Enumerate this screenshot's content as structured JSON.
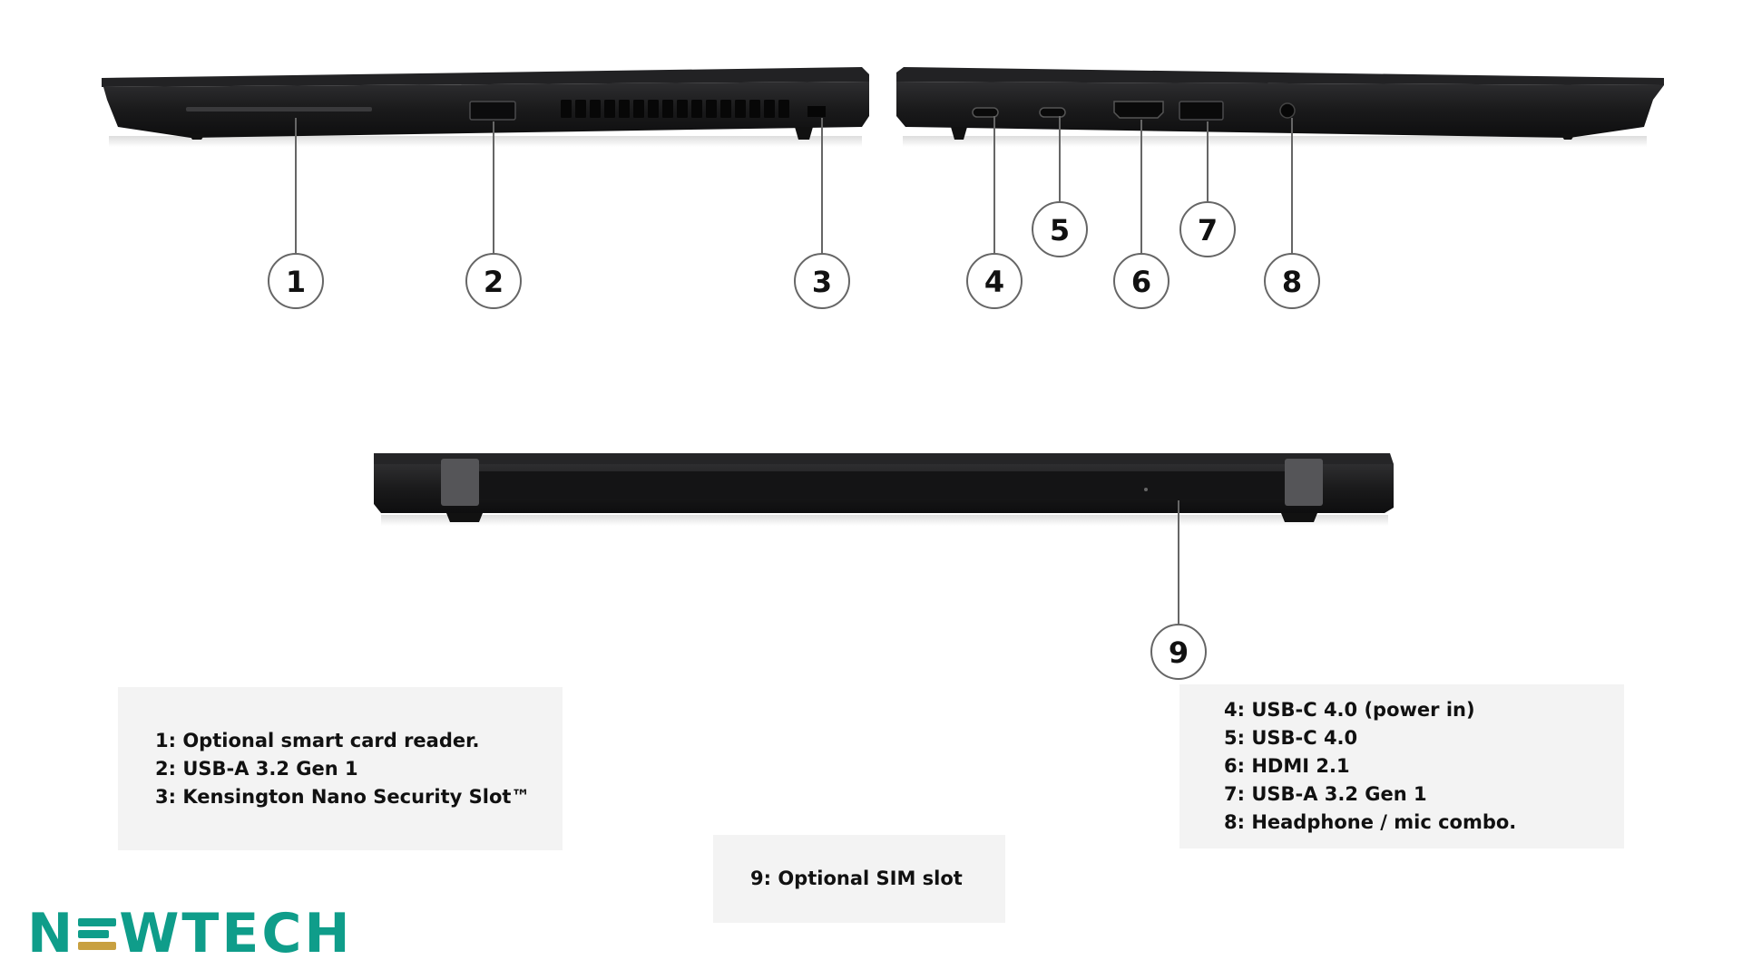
{
  "diagram": {
    "callouts": [
      {
        "number": "1"
      },
      {
        "number": "2"
      },
      {
        "number": "3"
      },
      {
        "number": "4"
      },
      {
        "number": "5"
      },
      {
        "number": "6"
      },
      {
        "number": "7"
      },
      {
        "number": "8"
      },
      {
        "number": "9"
      }
    ]
  },
  "legend": {
    "left": [
      "1: Optional smart card reader.",
      "2: USB-A 3.2 Gen 1",
      "3: Kensington Nano Security Slot™"
    ],
    "right": [
      "4: USB-C 4.0 (power in)",
      "5: USB-C 4.0",
      "6: HDMI 2.1",
      "7: USB-A 3.2 Gen 1",
      "8: Headphone / mic combo."
    ],
    "bottom": [
      "9: Optional SIM slot"
    ]
  },
  "logo": {
    "first": "N",
    "rest": "WTECH",
    "colors": {
      "teal": "#0f9d8a",
      "gold": "#c8a040"
    }
  },
  "colors": {
    "laptop_body": "#1a1a1b",
    "laptop_edge": "#2b2b2d",
    "callout_line": "#666666",
    "legend_bg": "#f3f3f3"
  }
}
